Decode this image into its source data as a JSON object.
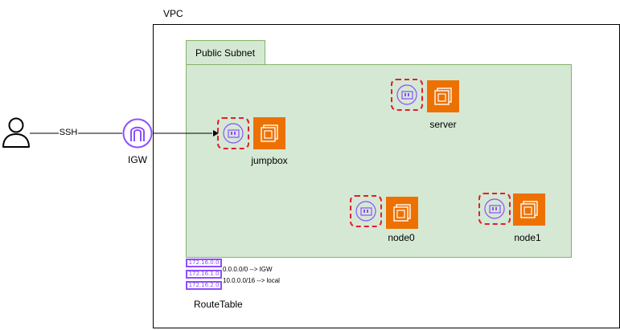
{
  "vpc": {
    "label": "VPC"
  },
  "subnet": {
    "label": "Public Subnet"
  },
  "user": {
    "icon": "user-icon"
  },
  "connection": {
    "label": "SSH"
  },
  "igw": {
    "label": "IGW",
    "icon": "internet-gateway-icon",
    "color": "#8c4fff"
  },
  "instances": [
    {
      "label": "jumpbox"
    },
    {
      "label": "server"
    },
    {
      "label": "node0"
    },
    {
      "label": "node1"
    }
  ],
  "instance_style": {
    "ec2_color": "#ed7100",
    "eni_border_color": "#e0202f",
    "eni_icon_color": "#8c4fff"
  },
  "route_table": {
    "label": "RouteTable",
    "entries": [
      "172.16.0.0",
      "172.16.1.0",
      "172.16.2.0"
    ],
    "routes": [
      "0.0.0.0/0 --> IGW",
      "10.0.0.0/16 --> local"
    ],
    "color": "#8c4fff"
  },
  "colors": {
    "subnet_fill": "#d5e8d4",
    "subnet_border": "#82b366"
  }
}
